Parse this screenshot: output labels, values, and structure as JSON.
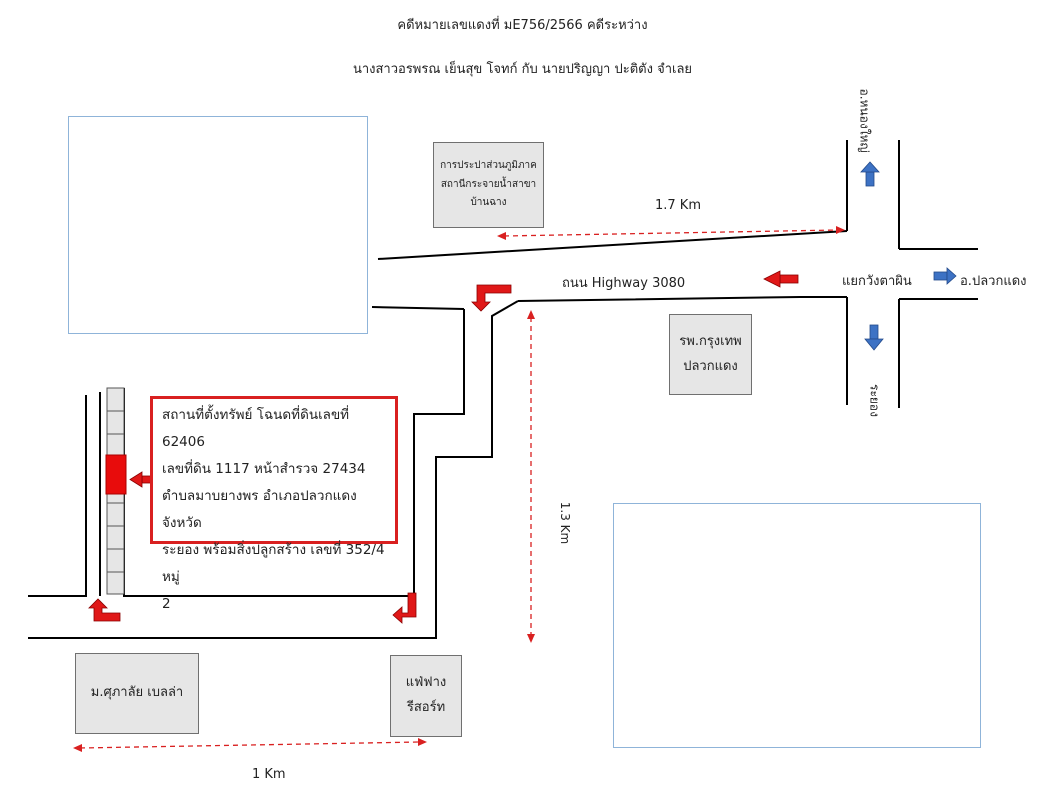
{
  "header": {
    "line1": "คดีหมายเลขแดงที่ มE756/2566  คดีระหว่าง",
    "line2": "นางสาวอรพรณ เย็นสุข  โจทก์  กับ   นายปริญญา ปะติตัง   จำเลย"
  },
  "landmarks": {
    "waterworks": [
      "การประปาส่วนภูมิภาค",
      "สถานีกระจายน้ำสาขา",
      "บ้านฉาง"
    ],
    "hospital": [
      "รพ.กรุงเทพ",
      "ปลวกแดง"
    ],
    "university": "ม.ศุภาลัย เบลล่า",
    "resort": [
      "แฟ่ฟาง",
      "รีสอร์ท"
    ]
  },
  "roads": {
    "highway": "ถนน Highway 3080",
    "junction": "แยกวังตาผิน",
    "to_pluak_daeng": "อ.ปลวกแดง",
    "to_nong_yai": "อ.หนองใหญ่",
    "to_rayong": "ระยอง"
  },
  "distances": {
    "top": "1.7 Km",
    "vertical": "1.3 Km",
    "bottom": "1 Km"
  },
  "property": {
    "lines": [
      "สถานที่ตั้งทรัพย์ โฉนดที่ดินเลขที่ 62406",
      "เลขที่ดิน 1117 หน้าสำรวจ 27434",
      "ตำบลมาบยางพร อำเภอปลวกแดง จังหวัด",
      "ระยอง พร้อมสิ่งปลูกสร้าง เลขที่ 352/4 หมู่",
      "2"
    ]
  },
  "colors": {
    "accent_red": "#d92020",
    "arrow_blue": "#3d72c4",
    "box_border_blue": "#8fb4d9",
    "landmark_fill": "#e6e6e6"
  }
}
